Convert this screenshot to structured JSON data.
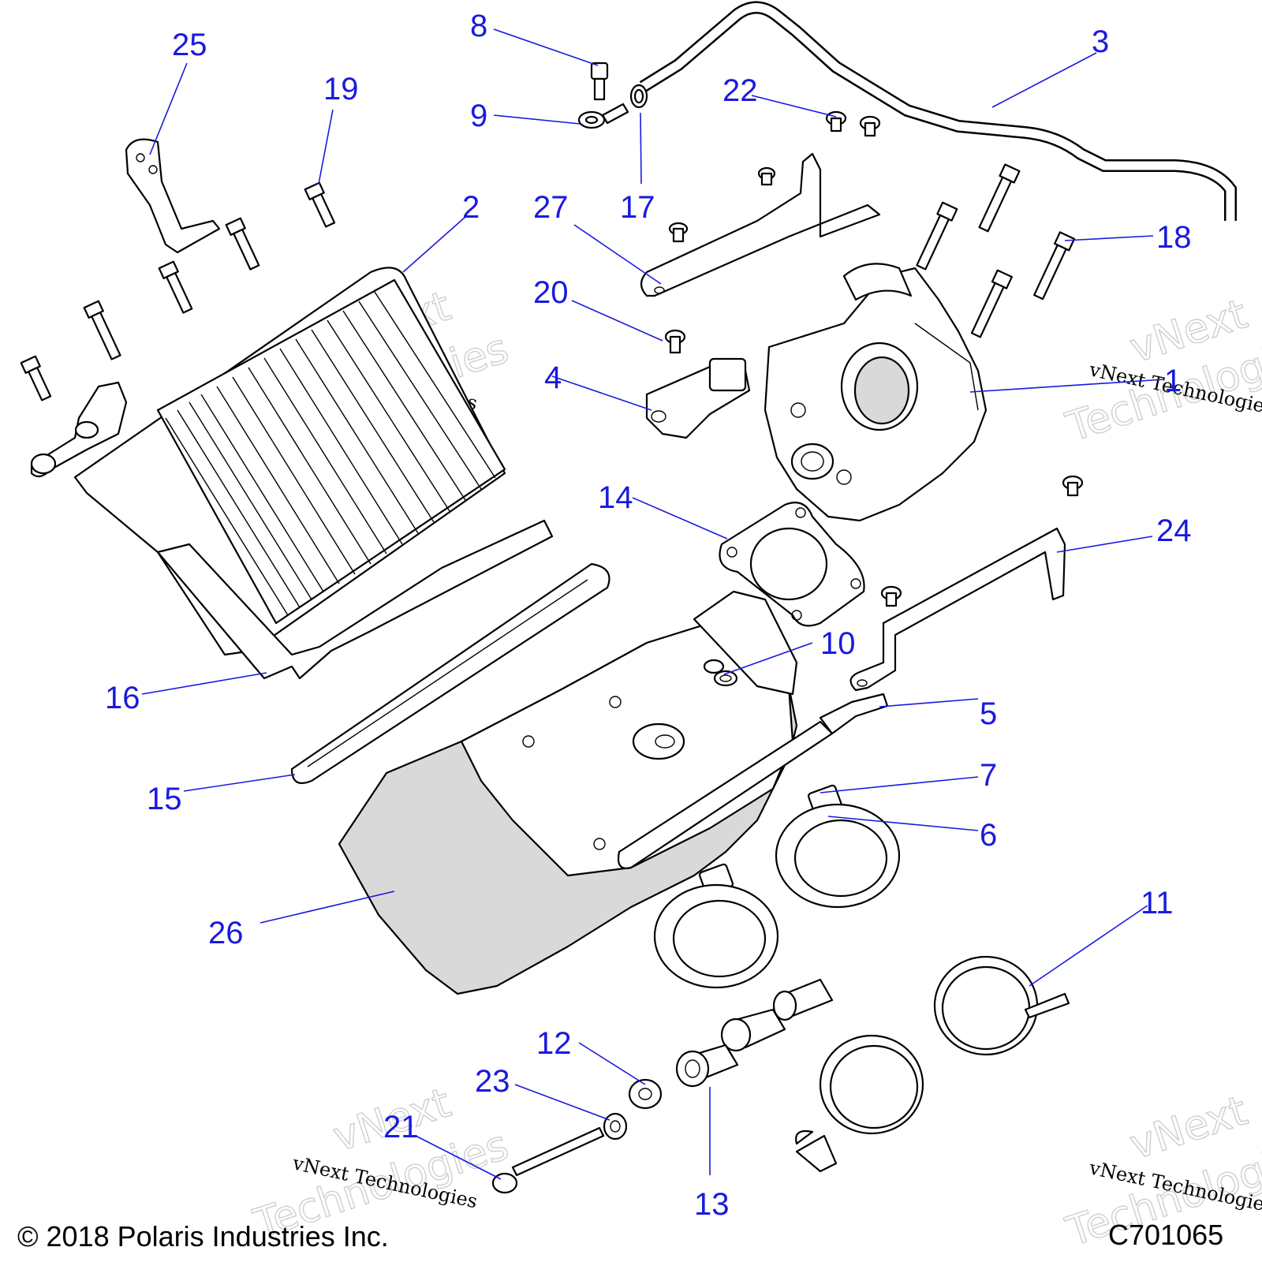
{
  "callouts": [
    {
      "id": "1",
      "label": "1"
    },
    {
      "id": "2",
      "label": "2"
    },
    {
      "id": "3",
      "label": "3"
    },
    {
      "id": "4",
      "label": "4"
    },
    {
      "id": "5",
      "label": "5"
    },
    {
      "id": "6",
      "label": "6"
    },
    {
      "id": "7",
      "label": "7"
    },
    {
      "id": "8",
      "label": "8"
    },
    {
      "id": "9",
      "label": "9"
    },
    {
      "id": "10",
      "label": "10"
    },
    {
      "id": "11",
      "label": "11"
    },
    {
      "id": "12",
      "label": "12"
    },
    {
      "id": "13",
      "label": "13"
    },
    {
      "id": "14",
      "label": "14"
    },
    {
      "id": "15",
      "label": "15"
    },
    {
      "id": "16",
      "label": "16"
    },
    {
      "id": "17",
      "label": "17"
    },
    {
      "id": "18",
      "label": "18"
    },
    {
      "id": "19",
      "label": "19"
    },
    {
      "id": "20",
      "label": "20"
    },
    {
      "id": "21",
      "label": "21"
    },
    {
      "id": "22",
      "label": "22"
    },
    {
      "id": "23",
      "label": "23"
    },
    {
      "id": "24",
      "label": "24"
    },
    {
      "id": "25",
      "label": "25"
    },
    {
      "id": "26",
      "label": "26"
    },
    {
      "id": "27",
      "label": "27"
    }
  ],
  "watermark": {
    "brand": "vNext",
    "word": "Technologies",
    "full": "vNext Technologies"
  },
  "footer": {
    "copyright": "© 2018 Polaris Industries Inc.",
    "diagram_code": "C701065"
  },
  "colors": {
    "callout": "#1a1adf",
    "line": "#000000",
    "shade": "#d9d9d9"
  }
}
